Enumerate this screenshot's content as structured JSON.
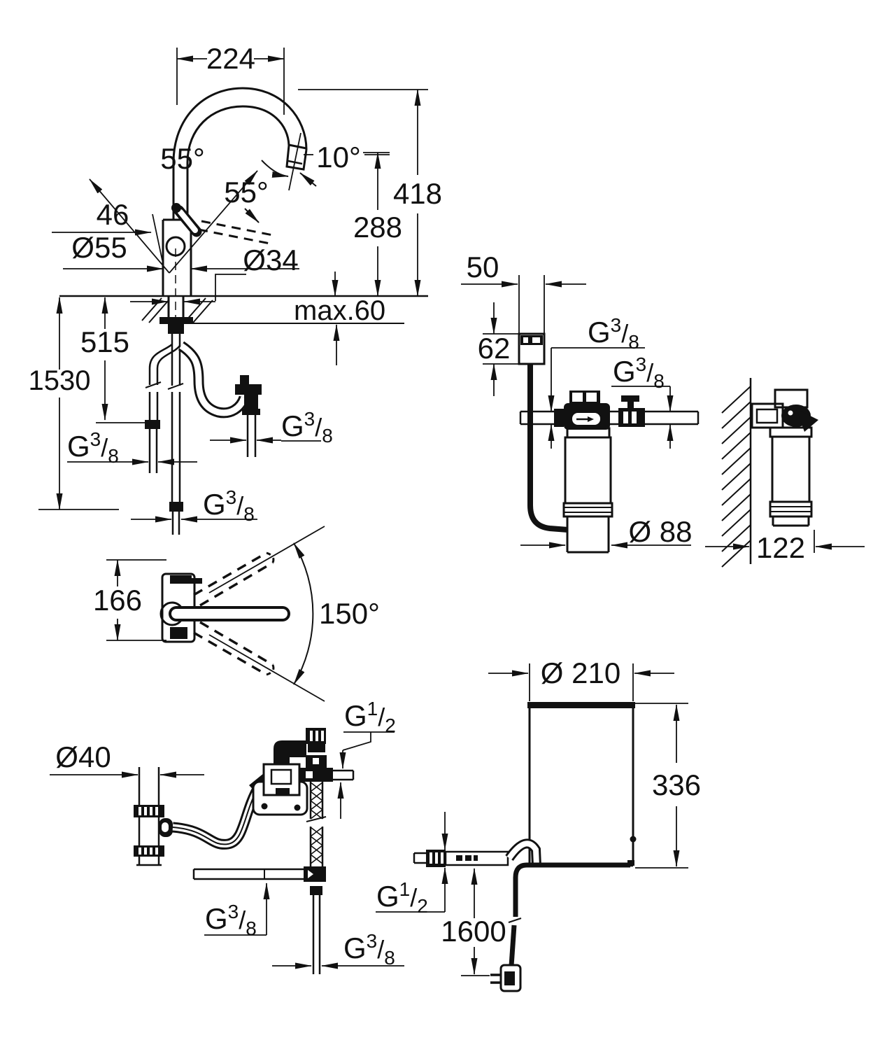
{
  "colors": {
    "ink": "#111111",
    "background": "#ffffff"
  },
  "labels": {
    "faucet": {
      "spout_reach": "224",
      "handle_angle_left": "55°",
      "handle_angle_right": "55°",
      "spray_angle": "10°",
      "spout_height": "418",
      "outlet_height": "288",
      "handle_width": "46",
      "body_diameter": "Ø55",
      "shank_diameter": "Ø34",
      "deck_thickness": "max.60",
      "hose_length_short": "515",
      "hose_length_long": "1530"
    },
    "filter_unit": {
      "controller_width": "50",
      "controller_height": "62",
      "cartridge_diameter": "Ø 88",
      "wall_depth": "122"
    },
    "top_view": {
      "body_depth": "166",
      "swivel_range": "150°"
    },
    "connection_set": {
      "trap_diameter": "Ø40"
    },
    "boiler": {
      "diameter": "Ø 210",
      "height": "336",
      "cable_length": "1600"
    },
    "threads": {
      "g38": {
        "prefix": "G",
        "numerator": "3",
        "slash": "/",
        "denominator": "8"
      },
      "g12": {
        "prefix": "G",
        "numerator": "1",
        "slash": "/",
        "denominator": "2"
      }
    }
  }
}
